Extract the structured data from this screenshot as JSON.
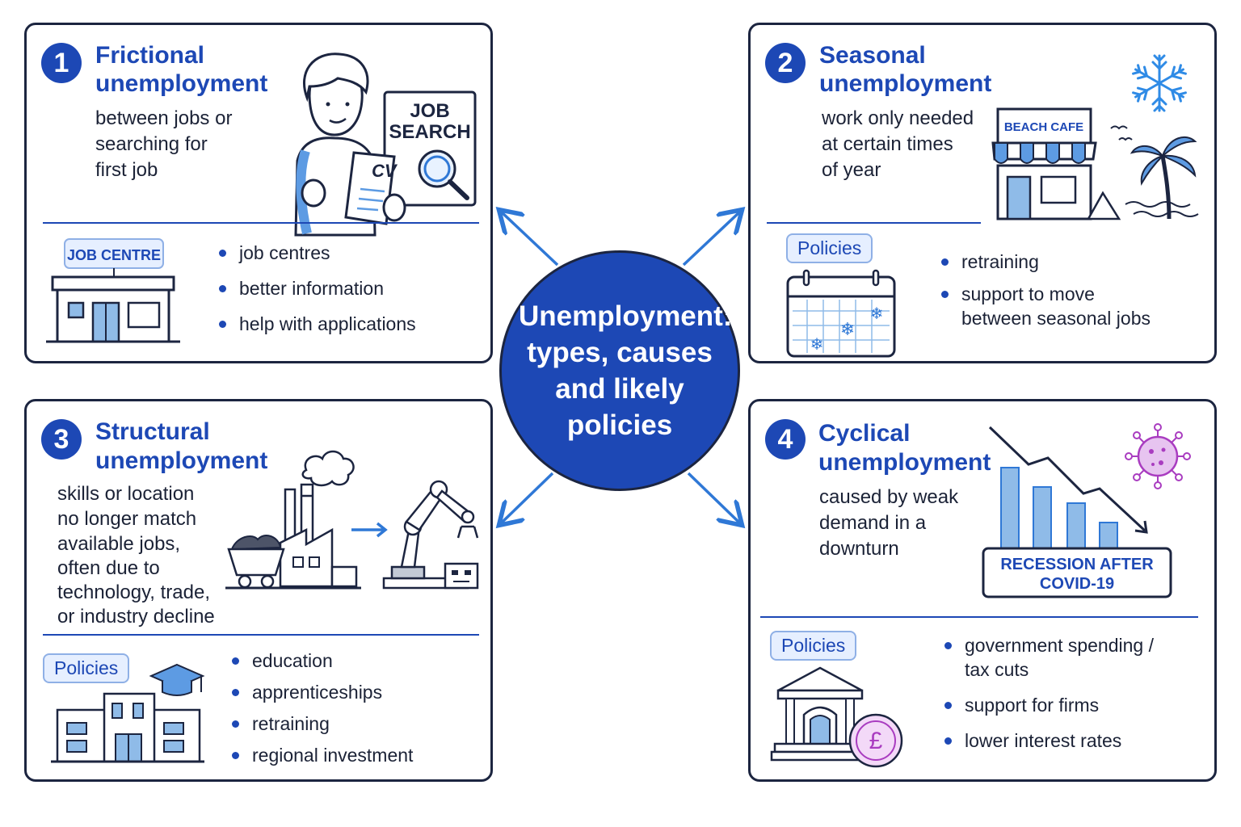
{
  "center": {
    "title": "Unemployment: types, causes and likely policies"
  },
  "cards": [
    {
      "number": "1",
      "title_line1": "Frictional",
      "title_line2": "unemployment",
      "desc": [
        "between jobs or",
        "searching for",
        "first job"
      ],
      "labels": {
        "sign": "JOB\nSEARCH",
        "sign_line1": "JOB",
        "sign_line2": "SEARCH",
        "cv": "CV",
        "building": "JOB CENTRE"
      },
      "policies": [
        "job centres",
        "better information",
        "help with applications"
      ]
    },
    {
      "number": "2",
      "title_line1": "Seasonal",
      "title_line2": "unemployment",
      "desc": [
        "work only needed",
        "at certain times",
        "of year"
      ],
      "labels": {
        "shop": "BEACH CAFE"
      },
      "policies_label": "Policies",
      "policies": [
        "retraining",
        "support to move between seasonal jobs"
      ],
      "policies_lines": [
        "support to move",
        "between seasonal jobs"
      ]
    },
    {
      "number": "3",
      "title_line1": "Structural",
      "title_line2": "unemployment",
      "desc": [
        "skills or location",
        "no longer match",
        "available jobs,",
        "often due to",
        "technology, trade,",
        "or industry decline"
      ],
      "policies_label": "Policies",
      "policies": [
        "education",
        "apprenticeships",
        "retraining",
        "regional investment"
      ]
    },
    {
      "number": "4",
      "title_line1": "Cyclical",
      "title_line2": "unemployment",
      "desc": [
        "caused by weak",
        "demand in a",
        "downturn"
      ],
      "labels": {
        "chart_line1": "RECESSION AFTER",
        "chart_line2": "COVID-19",
        "coin": "£"
      },
      "policies_label": "Policies",
      "policies": [
        "government spending / tax cuts",
        "support for firms",
        "lower interest rates"
      ],
      "policies_lines": [
        "government spending /",
        "tax cuts"
      ]
    }
  ],
  "colors": {
    "accent": "#1d48b5",
    "outline": "#1c2540",
    "light_blue": "#8fbbe8",
    "purple": "#a93cc0"
  },
  "icons": [
    "student-icon",
    "cv-document-icon",
    "magnifier-icon",
    "job-centre-building-icon",
    "snowflake-icon",
    "beach-cafe-icon",
    "palm-tree-icon",
    "calendar-icon",
    "factory-icon",
    "coal-cart-icon",
    "robot-arm-icon",
    "school-icon",
    "graduation-cap-icon",
    "declining-chart-icon",
    "virus-icon",
    "bank-icon",
    "pound-coin-icon",
    "arrow-icon"
  ]
}
